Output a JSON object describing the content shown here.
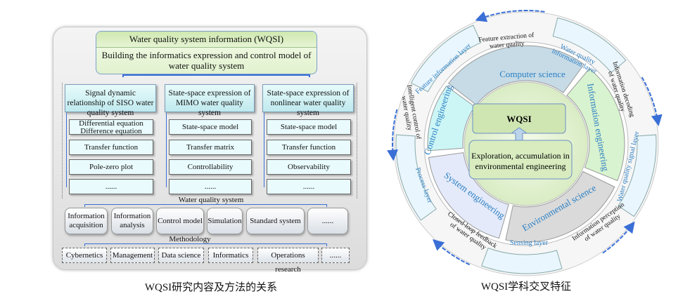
{
  "left": {
    "title": "Water quality system information (WQSI)",
    "subtitle": "Building the informatics expression and control model of water quality system",
    "columns": [
      {
        "header": "Signal dynamic relationship of SISO water quality system",
        "items": [
          "Differential equation Difference equation",
          "Transfer function",
          "Pole-zero plot",
          "......"
        ]
      },
      {
        "header": "State-space expression of MIMO water quality system",
        "items": [
          "State-space model",
          "Transfer matrix",
          "Controllability",
          "......"
        ]
      },
      {
        "header": "State-space expression of nonlinear water quality system",
        "items": [
          "State-space model",
          "Transfer function",
          "Observability",
          "......"
        ]
      }
    ],
    "system_label": "Water quality system",
    "system_items": [
      "Information acquisition",
      "Information analysis",
      "Control model",
      "Simulation",
      "Standard system",
      "......"
    ],
    "methodology_label": "Methodology",
    "methodology_items": [
      "Cybernetics",
      "Management",
      "Data science",
      "Informatics",
      "Operations research",
      "......"
    ],
    "caption": "WQSI研究内容及方法的关系"
  },
  "right": {
    "center_title": "WQSI",
    "center_text": "Exploration, accumulation in environmental engineering",
    "disciplines": [
      "Computer science",
      "Information engineering",
      "Environmental science",
      "System engineering",
      "Control engineering"
    ],
    "layers": [
      "Feature information layer",
      "Water quality information layer",
      "Water quality signal layer",
      "Sensing layer",
      "Process layer"
    ],
    "links": [
      "Feature extraction of water quality",
      "Information decoding of water quality",
      "Information perception of water quality",
      "Closed-loop feedback of water quality",
      "Intelligent control of water quality"
    ],
    "caption": "WQSI学科交叉特征",
    "colors": {
      "computer": "#c6dbe6",
      "information": "#d8f3cf",
      "environmental": "#dadada",
      "system": "#e4eaf9",
      "control": "#ccf6f6",
      "layer": "#eaf6fd",
      "text_blue": "#2b7fc4",
      "arrow": "#3a6fd6"
    }
  }
}
